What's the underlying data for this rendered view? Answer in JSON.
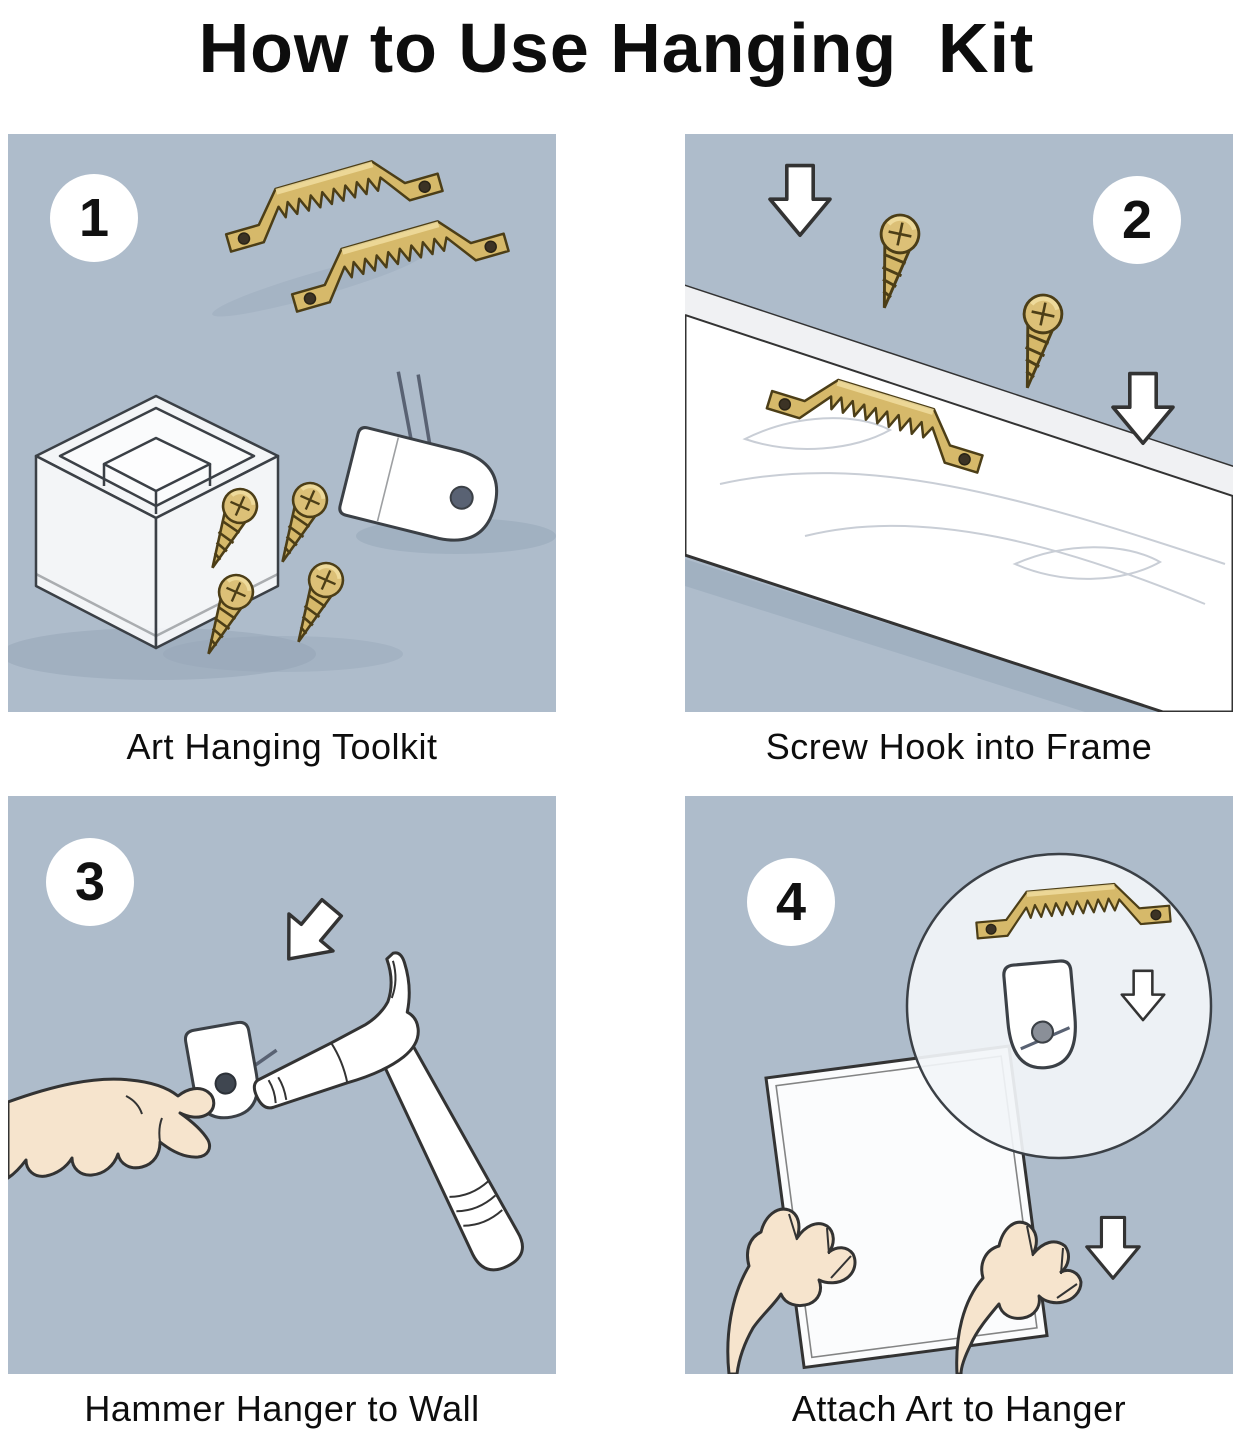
{
  "title": "How to Use Hanging  Kit",
  "panels": [
    {
      "number": "1",
      "caption": "Art Hanging Toolkit"
    },
    {
      "number": "2",
      "caption": "Screw Hook into Frame"
    },
    {
      "number": "3",
      "caption": "Hammer Hanger to Wall"
    },
    {
      "number": "4",
      "caption": "Attach Art to Hanger"
    }
  ],
  "colors": {
    "panel_background": "#aebccb",
    "brass": "#d6b96a",
    "brass_highlight": "#eeda9b",
    "outline": "#333333",
    "skin": "#f6e4cd",
    "shadow": "#93a3b5"
  }
}
